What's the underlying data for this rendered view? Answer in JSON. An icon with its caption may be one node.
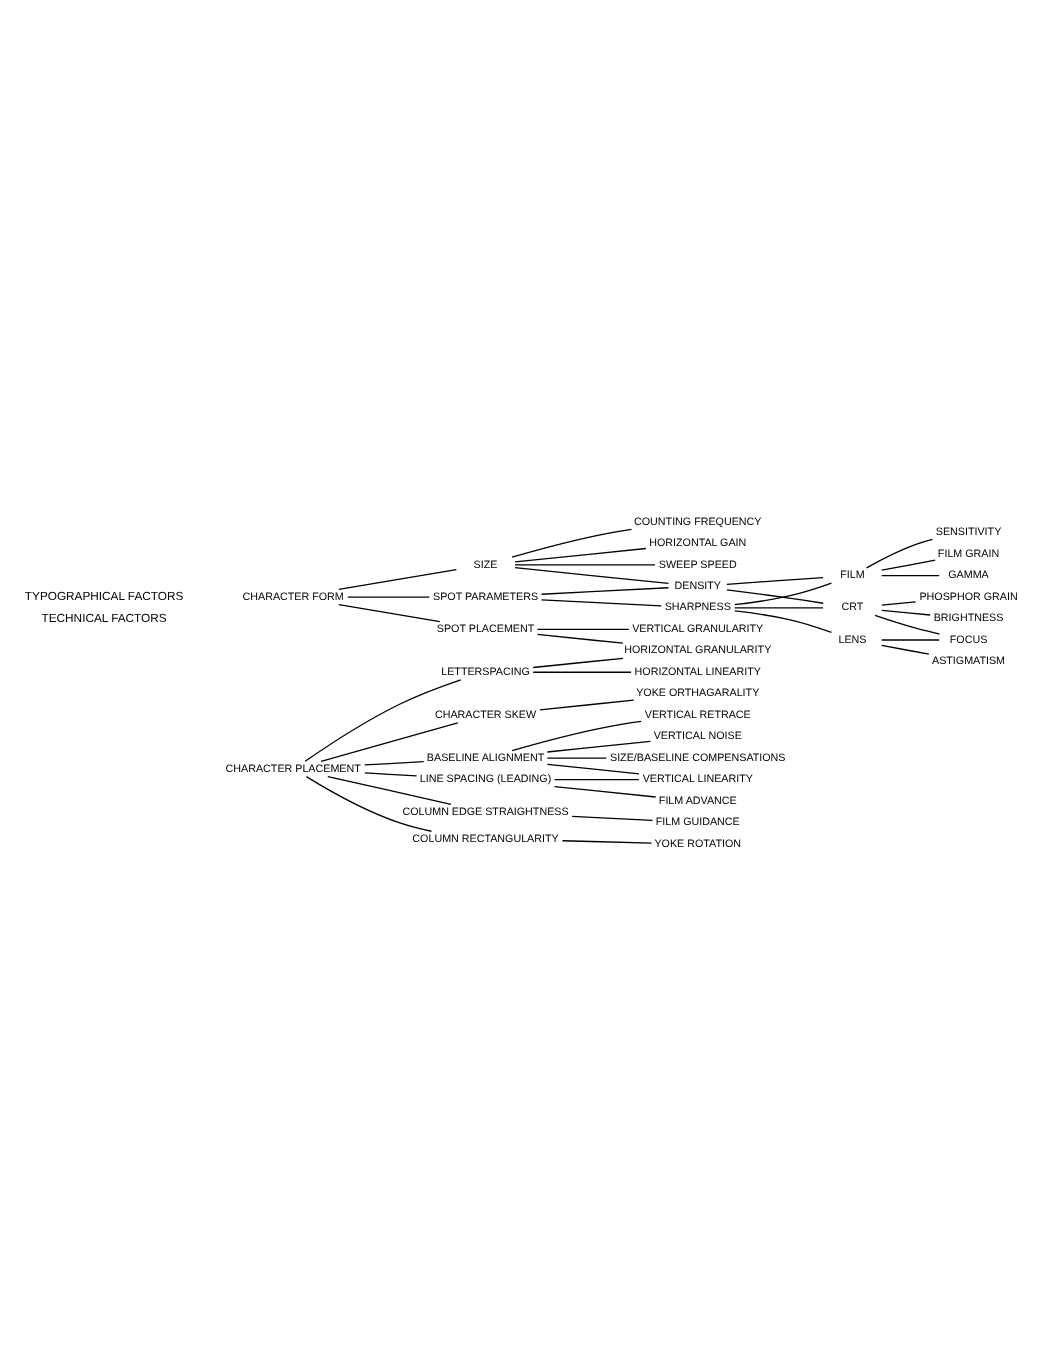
{
  "diagram": {
    "nodes": [
      {
        "text": [
          "CHARACTER FORM"
        ]
      },
      {
        "text": [
          "SIZE"
        ]
      },
      {
        "text": [
          "SPOT PARAMETERS"
        ]
      },
      {
        "text": [
          "SPOT PLACEMENT"
        ]
      },
      {
        "text": [
          "DENSITY"
        ]
      },
      {
        "text": [
          "SHARPNESS"
        ]
      },
      {
        "text": [
          "FILM"
        ]
      },
      {
        "text": [
          "CRT"
        ]
      },
      {
        "text": [
          "LENS"
        ]
      },
      {
        "text": [
          "SWEEP SPEED"
        ]
      },
      {
        "text": [
          "COUNTING FREQUENCY"
        ]
      },
      {
        "text": [
          "HORIZONTAL GAIN"
        ]
      },
      {
        "text": [
          "FILM GRAIN"
        ]
      },
      {
        "text": [
          "GAMMA"
        ]
      },
      {
        "text": [
          "SENSITIVITY"
        ]
      },
      {
        "text": [
          "BRIGHTNESS"
        ]
      },
      {
        "text": [
          "PHOSPHOR GRAIN"
        ]
      },
      {
        "text": [
          "ASTIGMATISM"
        ]
      },
      {
        "text": [
          "FOCUS"
        ]
      },
      {
        "text": [
          "VERTICAL GRANULARITY"
        ]
      },
      {
        "text": [
          "HORIZONTAL GRANULARITY"
        ]
      },
      {
        "text": [
          "HORIZONTAL LINEARITY"
        ]
      },
      {
        "text": [
          "CHARACTER PLACEMENT"
        ]
      },
      {
        "text": [
          "LETTERSPACING"
        ]
      },
      {
        "text": [
          "BASELINE ALIGNMENT"
        ]
      },
      {
        "text": [
          "LINE SPACING (LEADING)"
        ]
      },
      {
        "text": [
          "COLUMN EDGE STRAIGHTNESS"
        ]
      },
      {
        "text": [
          "COLUMN RECTANGULARITY"
        ]
      },
      {
        "text": [
          "CHARACTER SKEW"
        ]
      },
      {
        "text": [
          "SIZE/BASELINE COMPENSATIONS"
        ]
      },
      {
        "text": [
          "VERTICAL RETRACE"
        ]
      },
      {
        "text": [
          "VERTICAL NOISE"
        ]
      },
      {
        "text": [
          "VERTICAL LINEARITY"
        ]
      },
      {
        "text": [
          "FILM ADVANCE"
        ]
      },
      {
        "text": [
          "FILM GUIDANCE"
        ]
      },
      {
        "text": [
          "YOKE ROTATION"
        ]
      },
      {
        "text": [
          "YOKE ORTHAGARALITY"
        ]
      }
    ],
    "edges": [
      {
        "from": 0,
        "to": 1,
        "arrow": "none"
      },
      {
        "from": 0,
        "to": 2,
        "arrow": "none"
      },
      {
        "from": 0,
        "to": 3,
        "arrow": "none"
      },
      {
        "from": 1,
        "to": 9,
        "arrow": "none"
      },
      {
        "from": 1,
        "to": 10,
        "arrow": "none"
      },
      {
        "from": 1,
        "to": 11,
        "arrow": "none"
      },
      {
        "from": 1,
        "to": 4,
        "arrow": "none"
      },
      {
        "from": 2,
        "to": 4,
        "arrow": "none"
      },
      {
        "from": 2,
        "to": 5,
        "arrow": "none"
      },
      {
        "from": 4,
        "to": 6,
        "arrow": "none"
      },
      {
        "from": 4,
        "to": 7,
        "arrow": "none"
      },
      {
        "from": 5,
        "to": 6,
        "arrow": "none"
      },
      {
        "from": 5,
        "to": 7,
        "arrow": "none"
      },
      {
        "from": 5,
        "to": 8,
        "arrow": "none"
      },
      {
        "from": 6,
        "to": 12,
        "arrow": "none"
      },
      {
        "from": 6,
        "to": 13,
        "arrow": "none"
      },
      {
        "from": 6,
        "to": 14,
        "arrow": "none"
      },
      {
        "from": 7,
        "to": 15,
        "arrow": "none"
      },
      {
        "from": 7,
        "to": 16,
        "arrow": "none"
      },
      {
        "from": 7,
        "to": 18,
        "arrow": "none"
      },
      {
        "from": 8,
        "to": 17,
        "arrow": "none"
      },
      {
        "from": 8,
        "to": 18,
        "arrow": "none"
      },
      {
        "from": 3,
        "to": 19,
        "arrow": "none"
      },
      {
        "from": 3,
        "to": 20,
        "arrow": "none"
      },
      {
        "from": 22,
        "to": 23,
        "arrow": "none"
      },
      {
        "from": 22,
        "to": 24,
        "arrow": "none"
      },
      {
        "from": 22,
        "to": 25,
        "arrow": "none"
      },
      {
        "from": 22,
        "to": 26,
        "arrow": "none"
      },
      {
        "from": 22,
        "to": 27,
        "arrow": "none"
      },
      {
        "from": 22,
        "to": 28,
        "arrow": "none"
      },
      {
        "from": 23,
        "to": 20,
        "arrow": "none"
      },
      {
        "from": 23,
        "to": 21,
        "arrow": "none"
      },
      {
        "from": 24,
        "to": 29,
        "arrow": "none"
      },
      {
        "from": 24,
        "to": 30,
        "arrow": "none"
      },
      {
        "from": 24,
        "to": 31,
        "arrow": "none"
      },
      {
        "from": 24,
        "to": 32,
        "arrow": "none"
      },
      {
        "from": 25,
        "to": 32,
        "arrow": "none"
      },
      {
        "from": 25,
        "to": 33,
        "arrow": "none"
      },
      {
        "from": 26,
        "to": 34,
        "arrow": "none"
      },
      {
        "from": 27,
        "to": 35,
        "arrow": "none"
      },
      {
        "from": 28,
        "to": 36,
        "arrow": "none"
      }
    ],
    "labels": [
      "TYPOGRAPHICAL FACTORS",
      "TECHNICAL FACTORS"
    ]
  }
}
